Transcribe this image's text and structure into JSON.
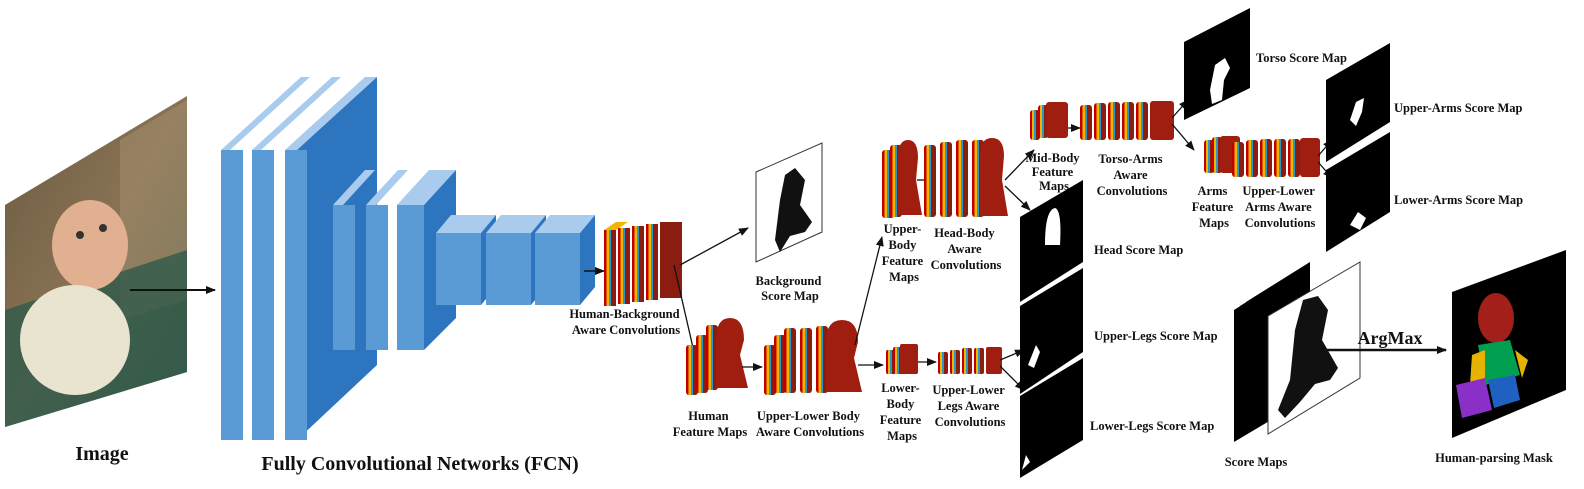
{
  "labels": {
    "image": "Image",
    "fcn": "Fully Convolutional Networks (FCN)",
    "hb_conv": [
      "Human-Background",
      "Aware Convolutions"
    ],
    "bg_map": [
      "Background",
      "Score Map"
    ],
    "human_fm": [
      "Human",
      "Feature Maps"
    ],
    "ul_body_conv": [
      "Upper-Lower Body",
      "Aware Convolutions"
    ],
    "upper_body_fm": [
      "Upper-",
      "Body",
      "Feature",
      "Maps"
    ],
    "head_body_conv": [
      "Head-Body",
      "Aware",
      "Convolutions"
    ],
    "lower_body_fm": [
      "Lower-",
      "Body",
      "Feature",
      "Maps"
    ],
    "ul_legs_conv": [
      "Upper-Lower",
      "Legs Aware",
      "Convolutions"
    ],
    "mid_body_fm": [
      "Mid-Body",
      "Feature",
      "Maps"
    ],
    "torso_arms_conv": [
      "Torso-Arms",
      "Aware",
      "Convolutions"
    ],
    "arms_fm": [
      "Arms",
      "Feature",
      "Maps"
    ],
    "ul_arms_conv": [
      "Upper-Lower",
      "Arms Aware",
      "Convolutions"
    ],
    "torso_map": "Torso Score Map",
    "upper_arms_map": "Upper-Arms Score Map",
    "lower_arms_map": "Lower-Arms Score Map",
    "head_map": "Head Score Map",
    "upper_legs_map": "Upper-Legs Score Map",
    "lower_legs_map": "Lower-Legs Score Map",
    "score_maps": "Score Maps",
    "argmax": "ArgMax",
    "mask": "Human-parsing Mask"
  },
  "colors": {
    "conv_front": "#5b9bd5",
    "conv_top": "#a9cbee",
    "conv_side": "#2e75c0",
    "feature_stripes": [
      "#c00000",
      "#f5b400",
      "#2e95c8",
      "#8a1c10"
    ],
    "body_silhouette": "#b01e10",
    "score_map_bg": "#000000",
    "score_map_fg": "#ffffff",
    "mask_head": "#a3201a",
    "mask_torso": "#00a050",
    "mask_arms": "#e6b400",
    "mask_legs": "#8b2fc9",
    "mask_legs2": "#2060c0"
  }
}
